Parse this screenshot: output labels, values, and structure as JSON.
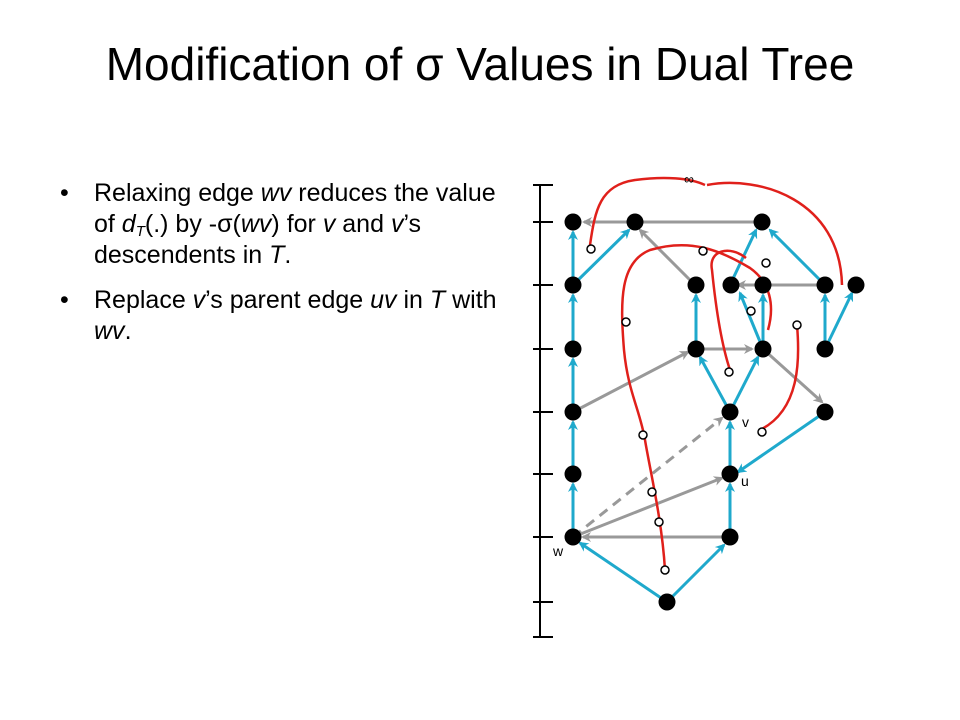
{
  "slide": {
    "title": "Modification of σ Values in Dual Tree",
    "bullet1": {
      "part1": "Relaxing edge ",
      "wv": "wv",
      "part2": " reduces the value of ",
      "d": "d",
      "sub_t": "T",
      "part3": "(.) by -σ(",
      "wv2": "wv",
      "part4": ") for ",
      "v": "v",
      "part5": " and ",
      "v2": "v",
      "part6": "’s descendents in ",
      "t": "T",
      "part7": "."
    },
    "bullet2": {
      "part1": "Replace ",
      "v": "v",
      "part2": "’s parent edge ",
      "uv": "uv",
      "part3": " in ",
      "t": "T",
      "part4": " with ",
      "wv": "wv",
      "part5": "."
    }
  },
  "diagram": {
    "label_infinity": "∞",
    "label_v": "v",
    "label_u": "u",
    "label_w": "w",
    "colors": {
      "tree_edge": "#1fa9cc",
      "non_tree_edge": "#999999",
      "dual_edge": "#e0201b",
      "node": "#000000"
    }
  }
}
